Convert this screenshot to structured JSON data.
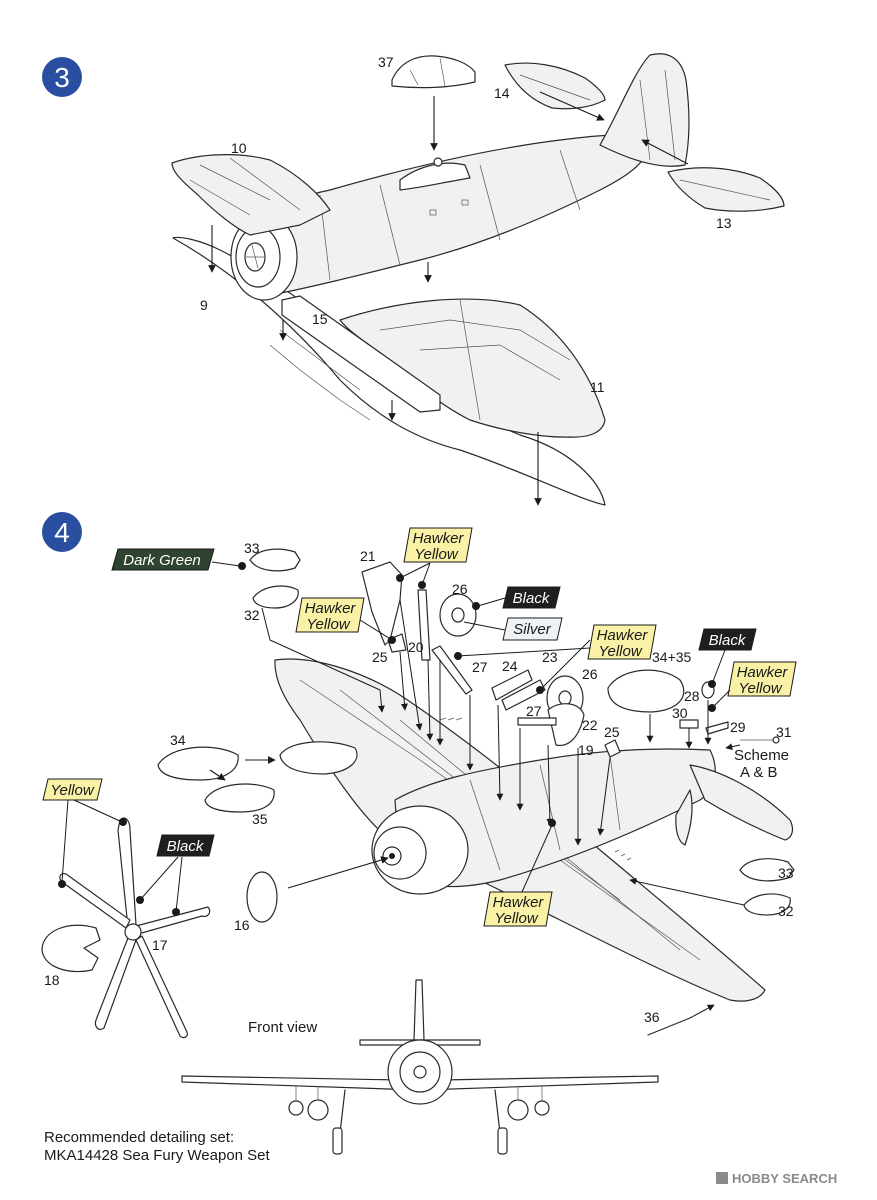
{
  "steps": [
    {
      "number": "3"
    },
    {
      "number": "4"
    }
  ],
  "step3_parts": [
    "37",
    "14",
    "10",
    "13",
    "9",
    "15",
    "11"
  ],
  "step4_parts": {
    "p33a": "33",
    "p32a": "32",
    "p21": "21",
    "p20": "20",
    "p26a": "26",
    "p25a": "25",
    "p27a": "27",
    "p24": "24",
    "p23": "23",
    "p26b": "26",
    "p3435": "34+35",
    "p28": "28",
    "p30": "30",
    "p29": "29",
    "p31": "31",
    "p27b": "27",
    "p22": "22",
    "p25b": "25",
    "p19": "19",
    "p34": "34",
    "p35": "35",
    "p33b": "33",
    "p32b": "32",
    "p16": "16",
    "p17": "17",
    "p18": "18",
    "p36": "36"
  },
  "colors": {
    "dark_green": "Dark Green",
    "hawker_yellow_1": [
      "Hawker",
      "Yellow"
    ],
    "hawker_yellow_2": [
      "Hawker",
      "Yellow"
    ],
    "hawker_yellow_3": [
      "Hawker",
      "Yellow"
    ],
    "hawker_yellow_4": [
      "Hawker",
      "Yellow"
    ],
    "hawker_yellow_5": [
      "Hawker",
      "Yellow"
    ],
    "black_1": "Black",
    "black_2": "Black",
    "black_3": "Black",
    "silver": "Silver",
    "yellow": "Yellow"
  },
  "scheme_note": [
    "Scheme",
    "A & B"
  ],
  "front_view_label": "Front view",
  "recommendation": {
    "line1": "Recommended detailing set:",
    "line2": "MKA14428 Sea Fury Weapon Set"
  },
  "watermark": "HOBBY SEARCH",
  "palette": {
    "step_badge": "#2a4fa0",
    "hawker_yellow": "#f9f2a6",
    "dark_green": "#2e4330",
    "black": "#1f1f1f"
  }
}
